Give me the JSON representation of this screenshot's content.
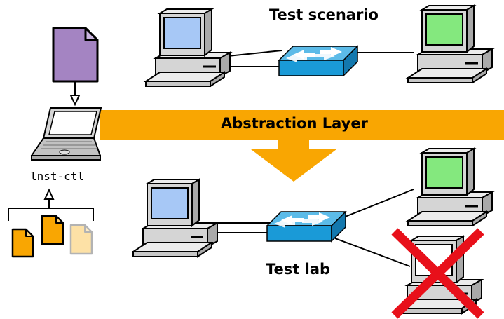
{
  "labels": {
    "test_scenario": "Test scenario",
    "abstraction_layer": "Abstraction Layer",
    "test_lab": "Test lab",
    "controller": "lnst-ctl"
  },
  "colors": {
    "band": "#f9a602",
    "screen_blue": "#a7c8f6",
    "screen_green": "#84e87e",
    "document": "#a484c2",
    "file_orange": "#f9a602",
    "file_faded": "#fde1a6",
    "switch": "#1a9ad7",
    "cross": "#e8101a",
    "case": "#d5d5d5"
  },
  "icons": {
    "recipe": "document-icon",
    "controller": "laptop-icon",
    "scenario_left": "desktop-computer-icon",
    "scenario_right": "desktop-computer-icon",
    "scenario_switch": "network-switch-icon",
    "lab_left": "desktop-computer-icon",
    "lab_right_top": "desktop-computer-icon",
    "lab_right_bottom": "desktop-computer-icon",
    "lab_switch": "network-switch-icon",
    "unavailable": "cross-icon"
  }
}
